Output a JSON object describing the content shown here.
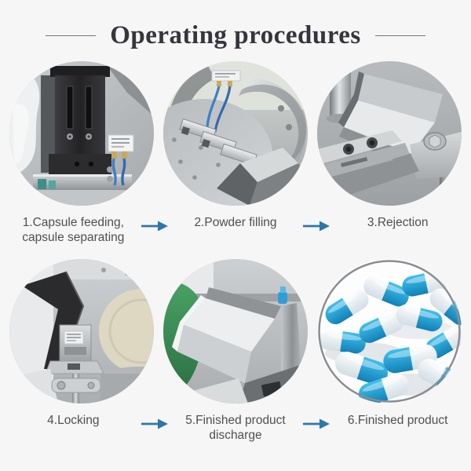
{
  "title": {
    "text": "Operating procedures"
  },
  "colors": {
    "background": "#f6f6f7",
    "title_text": "#35353b",
    "caption_text": "#4f4f52",
    "arrow_blue": "#2e77a8",
    "capsule_blue": "#1a97cc",
    "machine_green": "#3f8f5a",
    "rule_gray": "#73737a"
  },
  "arrow": {
    "icon": "arrow-right-icon",
    "color": "#2e77a8"
  },
  "steps": [
    {
      "label": "1.Capsule feeding,\ncapsule separating",
      "photo": "capsule-feeding-separating-machine-photo"
    },
    {
      "label": "2.Powder filling",
      "photo": "powder-filling-turntable-photo"
    },
    {
      "label": "3.Rejection",
      "photo": "rejection-chute-photo"
    },
    {
      "label": "4.Locking",
      "photo": "capsule-locking-station-photo"
    },
    {
      "label": "5.Finished product\ndischarge",
      "photo": "finished-product-discharge-chute-photo"
    },
    {
      "label": "6.Finished product",
      "photo": "blue-white-capsules-photo"
    }
  ]
}
